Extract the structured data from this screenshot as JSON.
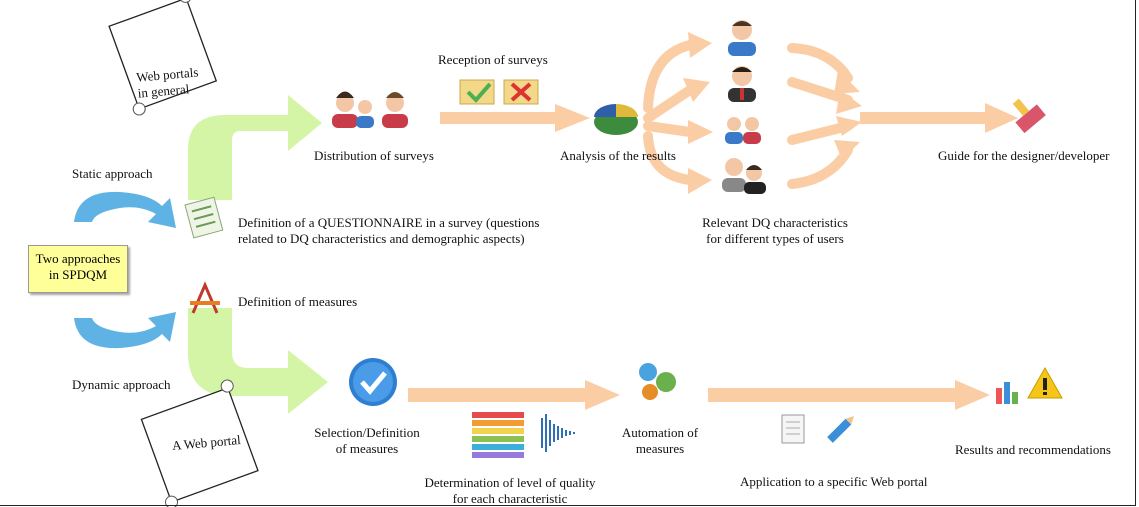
{
  "scroll_top": {
    "line1": "Web portals",
    "line2": "in general"
  },
  "scroll_bottom": {
    "label": "A Web portal"
  },
  "note": {
    "line1": "Two approaches",
    "line2": "in SPDQM"
  },
  "labels": {
    "static_approach": "Static approach",
    "dynamic_approach": "Dynamic approach",
    "reception_of_surveys": "Reception of surveys",
    "distribution_of_surveys": "Distribution of surveys",
    "analysis_of_results": "Analysis of the results",
    "guide": "Guide for the designer/developer",
    "questionnaire_line1": "Definition of a QUESTIONNAIRE in a survey (questions",
    "questionnaire_line2": "related to DQ characteristics and demographic aspects)",
    "relevant_line1": "Relevant DQ characteristics",
    "relevant_line2": "for different types of users",
    "definition_of_measures": "Definition of measures",
    "selection_line1": "Selection/Definition",
    "selection_line2": "of measures",
    "determination_line1": "Determination of level of quality",
    "determination_line2": "for each characteristic",
    "automation_line1": "Automation of",
    "automation_line2": "measures",
    "application": "Application to a specific Web portal",
    "results": "Results and recommendations"
  },
  "colors": {
    "green_arrow": "#d4f5a6",
    "orange_arrow": "#fbcda5",
    "blue_arrow": "#5eb3e4",
    "note_bg": "#ffff99"
  },
  "icons": [
    "scroll-icon",
    "users-icon",
    "folder-check-icon",
    "folder-cross-icon",
    "pie-chart-icon",
    "user-icon",
    "group-icon",
    "brush-icon",
    "checklist-icon",
    "drawing-tool-icon",
    "check-circle-icon",
    "bar-stripes-icon",
    "waveform-icon",
    "gears-icon",
    "document-icon",
    "pencil-icon",
    "bar-chart-icon",
    "warning-icon"
  ]
}
